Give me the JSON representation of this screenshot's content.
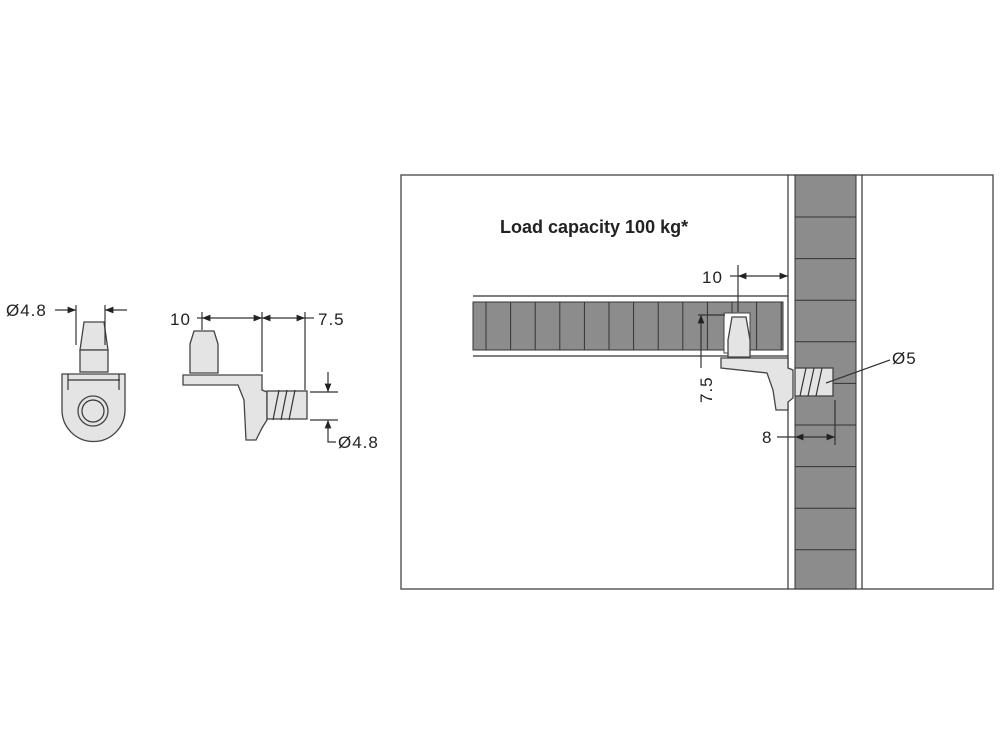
{
  "title": "Load capacity 100 kg*",
  "front_view": {
    "diameter_label": "Ø4.8"
  },
  "side_view": {
    "length_label": "10",
    "depth_label": "7.5",
    "diameter_label": "Ø4.8"
  },
  "installed_view": {
    "edge_label": "10",
    "height_label": "7.5",
    "hole_label": "Ø5",
    "depth_label": "8"
  },
  "colors": {
    "wood": "#8c8c8c",
    "part": "#e4e4e4",
    "line": "#333333"
  }
}
